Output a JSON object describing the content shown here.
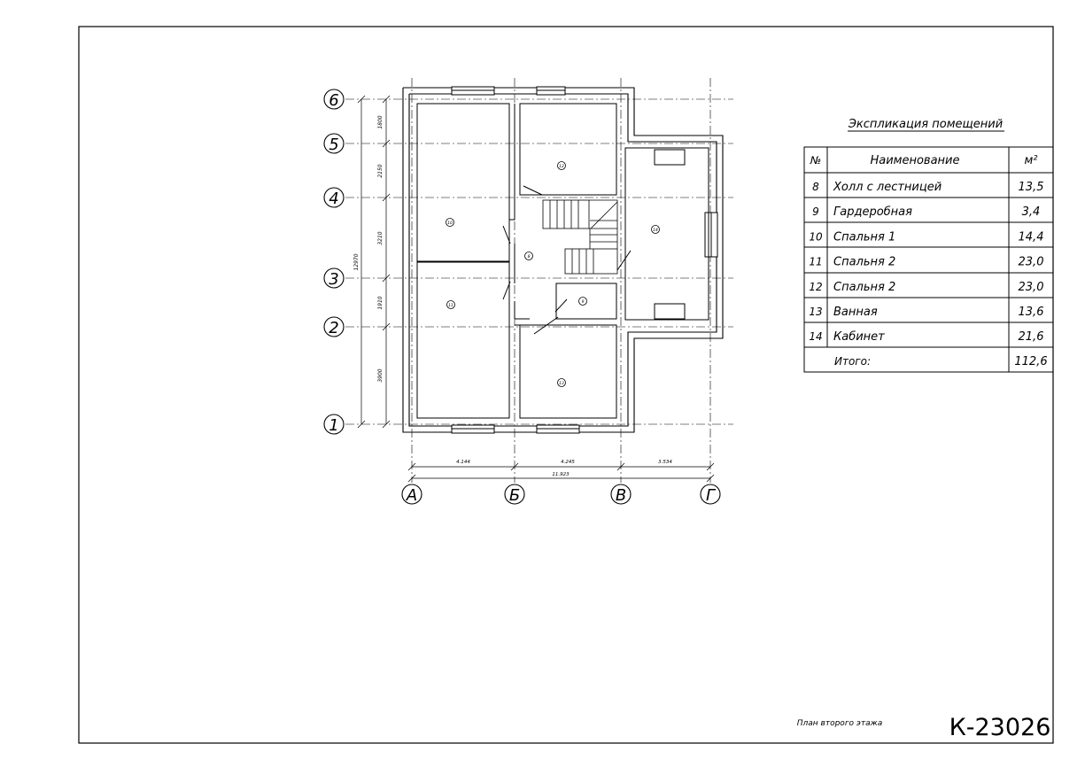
{
  "sheet": {
    "drawing_title": "План второго этажа",
    "project_code": "К-23026"
  },
  "plan": {
    "grid_rows": [
      {
        "label": "6"
      },
      {
        "label": "5"
      },
      {
        "label": "4"
      },
      {
        "label": "3"
      },
      {
        "label": "2"
      },
      {
        "label": "1"
      }
    ],
    "grid_cols": [
      {
        "label": "А"
      },
      {
        "label": "Б"
      },
      {
        "label": "В"
      },
      {
        "label": "Г"
      }
    ],
    "vertical_dims": [
      "1800",
      "2150",
      "3210",
      "1910",
      "3900"
    ],
    "vertical_total": "12970",
    "horizontal_dims": [
      "4.144",
      "4.245",
      "3.534"
    ],
    "horizontal_total": "11.923",
    "room_tags": [
      "12",
      "10",
      "11",
      "8",
      "9",
      "13",
      "14"
    ]
  },
  "explication": {
    "title": "Экспликация помещений",
    "headers": {
      "num": "№",
      "name": "Наименование",
      "area": "м²"
    },
    "rows": [
      {
        "num": "8",
        "name": "Холл с лестницей",
        "area": "13,5"
      },
      {
        "num": "9",
        "name": "Гардеробная",
        "area": "3,4"
      },
      {
        "num": "10",
        "name": "Спальня 1",
        "area": "14,4"
      },
      {
        "num": "11",
        "name": "Спальня 2",
        "area": "23,0"
      },
      {
        "num": "12",
        "name": "Спальня 2",
        "area": "23,0"
      },
      {
        "num": "13",
        "name": "Ванная",
        "area": "13,6"
      },
      {
        "num": "14",
        "name": "Кабинет",
        "area": "21,6"
      }
    ],
    "total_label": "Итого:",
    "total_value": "112,6"
  }
}
